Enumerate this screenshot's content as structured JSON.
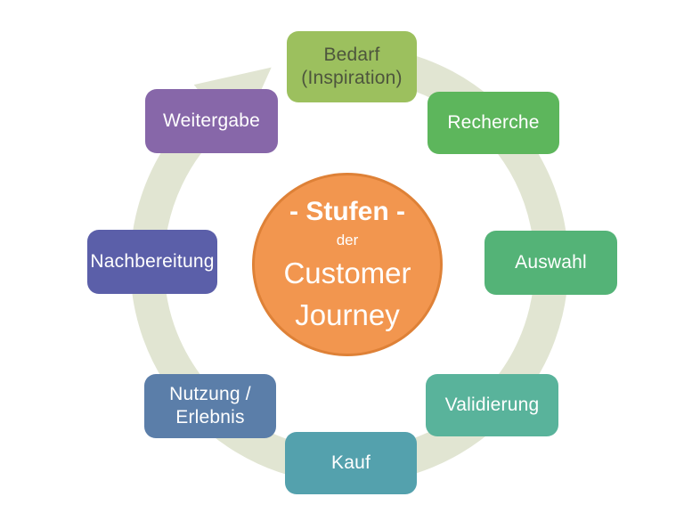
{
  "diagram": {
    "title_semantic": "Stufen der Customer Journey Kreislauf",
    "center": {
      "line1": "- Stufen -",
      "line2": "der",
      "line3": "Customer",
      "line4": "Journey",
      "fill": "#F2964F",
      "border_color": "#DE8137",
      "text_color": "#FFFFFF"
    },
    "ring": {
      "color": "#E1E5D2",
      "direction": "clockwise"
    },
    "stages": [
      {
        "label": "Bedarf\n(Inspiration)",
        "fill": "#9CC05E",
        "text_color": "#4D553D"
      },
      {
        "label": "Recherche",
        "fill": "#5DB65C",
        "text_color": "#FFFFFF"
      },
      {
        "label": "Auswahl",
        "fill": "#54B377",
        "text_color": "#FFFFFF"
      },
      {
        "label": "Validierung",
        "fill": "#59B39B",
        "text_color": "#FFFFFF"
      },
      {
        "label": "Kauf",
        "fill": "#54A1AD",
        "text_color": "#FFFFFF"
      },
      {
        "label": "Nutzung /\nErlebnis",
        "fill": "#5B7EA9",
        "text_color": "#FFFFFF"
      },
      {
        "label": "Nachbereitung",
        "fill": "#5B5FA9",
        "text_color": "#FFFFFF"
      },
      {
        "label": "Weitergabe",
        "fill": "#8767A9",
        "text_color": "#FFFFFF"
      }
    ]
  }
}
